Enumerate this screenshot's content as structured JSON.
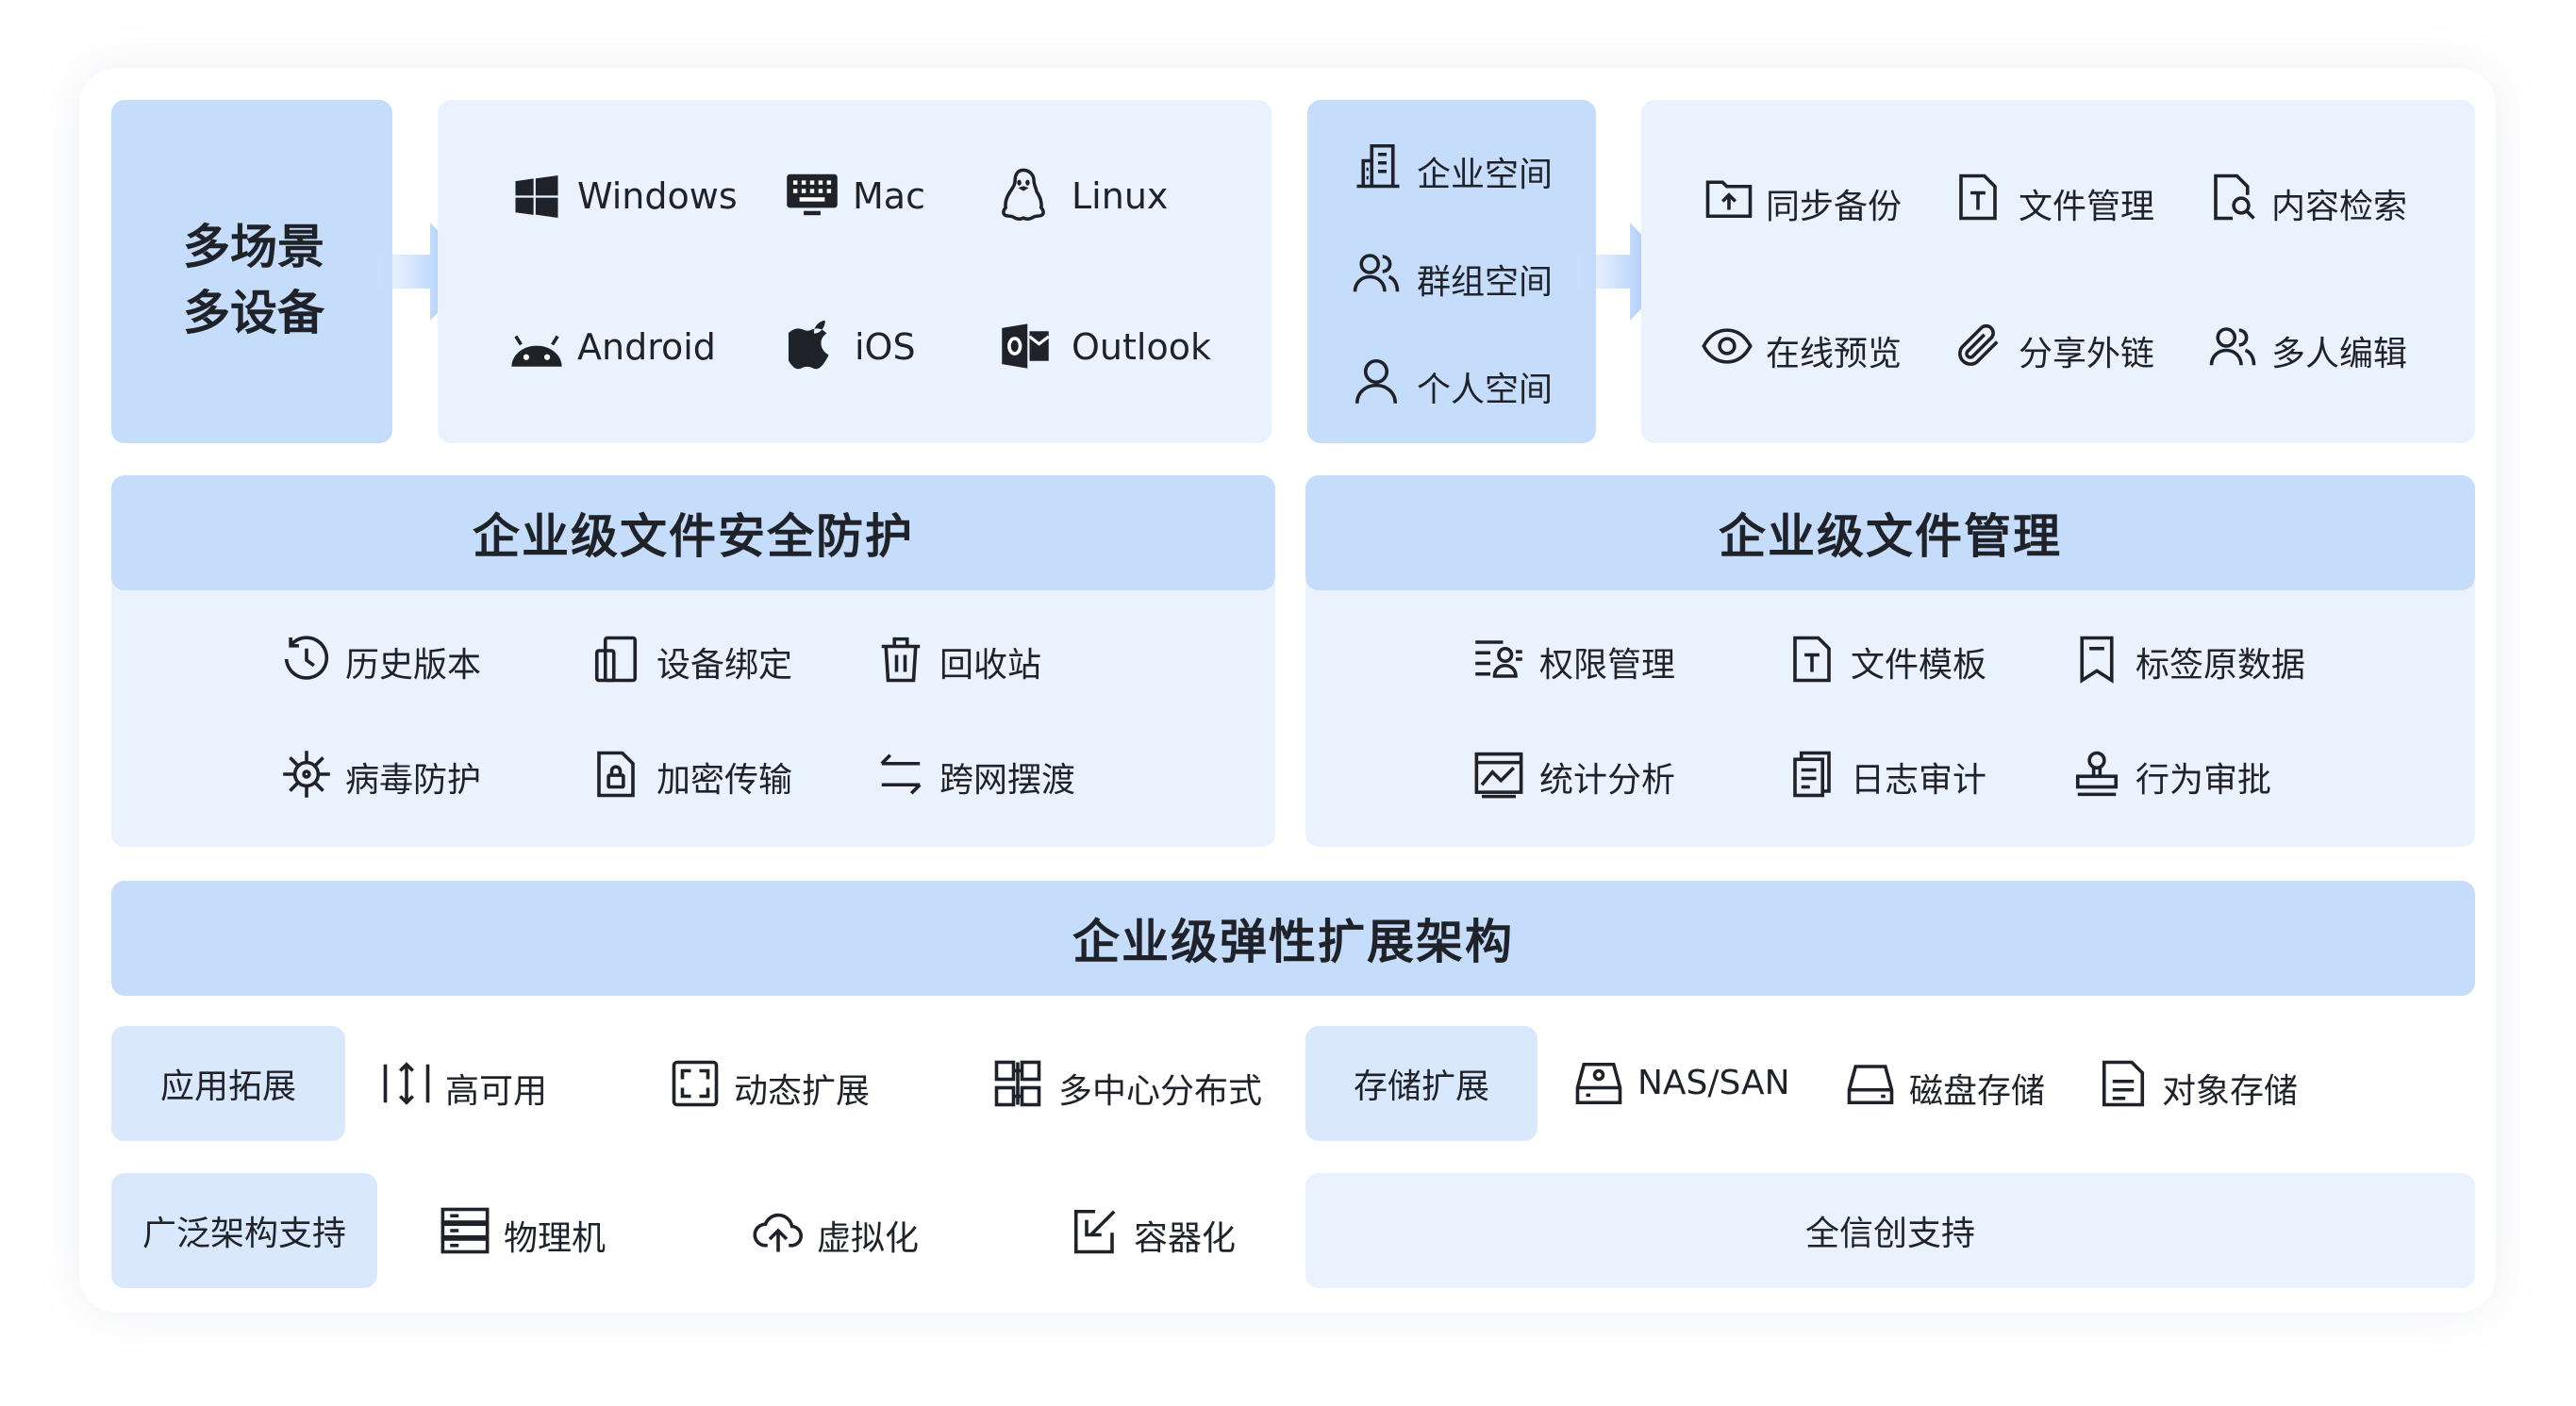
{
  "multi_scene": {
    "line1": "多场景",
    "line2": "多设备"
  },
  "platforms": [
    {
      "label": "Windows",
      "icon": "windows-icon"
    },
    {
      "label": "Mac",
      "icon": "mac-icon"
    },
    {
      "label": "Linux",
      "icon": "linux-icon"
    },
    {
      "label": "Android",
      "icon": "android-icon"
    },
    {
      "label": "iOS",
      "icon": "apple-icon"
    },
    {
      "label": "Outlook",
      "icon": "outlook-icon"
    }
  ],
  "spaces": [
    {
      "label": "企业空间",
      "icon": "building-icon"
    },
    {
      "label": "群组空间",
      "icon": "group-icon"
    },
    {
      "label": "个人空间",
      "icon": "person-icon"
    }
  ],
  "file_features": [
    {
      "label": "同步备份",
      "icon": "upload-folder-icon"
    },
    {
      "label": "文件管理",
      "icon": "text-file-icon"
    },
    {
      "label": "内容检索",
      "icon": "file-search-icon"
    },
    {
      "label": "在线预览",
      "icon": "eye-icon"
    },
    {
      "label": "分享外链",
      "icon": "paperclip-icon"
    },
    {
      "label": "多人编辑",
      "icon": "multi-user-icon"
    }
  ],
  "security": {
    "title": "企业级文件安全防护",
    "items": [
      {
        "label": "历史版本",
        "icon": "history-icon"
      },
      {
        "label": "设备绑定",
        "icon": "device-icon"
      },
      {
        "label": "回收站",
        "icon": "trash-icon"
      },
      {
        "label": "病毒防护",
        "icon": "virus-icon"
      },
      {
        "label": "加密传输",
        "icon": "lock-file-icon"
      },
      {
        "label": "跨网摆渡",
        "icon": "swap-arrows-icon"
      }
    ]
  },
  "management": {
    "title": "企业级文件管理",
    "items": [
      {
        "label": "权限管理",
        "icon": "permission-icon"
      },
      {
        "label": "文件模板",
        "icon": "template-icon"
      },
      {
        "label": "标签原数据",
        "icon": "bookmark-icon"
      },
      {
        "label": "统计分析",
        "icon": "chart-icon"
      },
      {
        "label": "日志审计",
        "icon": "log-icon"
      },
      {
        "label": "行为审批",
        "icon": "stamp-icon"
      }
    ]
  },
  "architecture": {
    "title": "企业级弹性扩展架构",
    "app_ext": "应用拓展",
    "app_items": [
      {
        "label": "高可用",
        "icon": "ha-icon"
      },
      {
        "label": "动态扩展",
        "icon": "expand-icon"
      },
      {
        "label": "多中心分布式",
        "icon": "distributed-icon"
      }
    ],
    "storage_ext": "存储扩展",
    "storage_items": [
      {
        "label": "NAS/SAN",
        "icon": "nas-icon"
      },
      {
        "label": "磁盘存储",
        "icon": "disk-icon"
      },
      {
        "label": "对象存储",
        "icon": "object-storage-icon"
      }
    ],
    "arch_support": "广泛架构支持",
    "arch_items": [
      {
        "label": "物理机",
        "icon": "server-icon"
      },
      {
        "label": "虚拟化",
        "icon": "cloud-icon"
      },
      {
        "label": "容器化",
        "icon": "container-icon"
      }
    ],
    "xinchuang": "全信创支持"
  },
  "colors": {
    "light_box": "#eaf2fe",
    "mid_box": "#c6dcfb",
    "arrow": "#7fb0f7",
    "icon": "#1f2329"
  }
}
